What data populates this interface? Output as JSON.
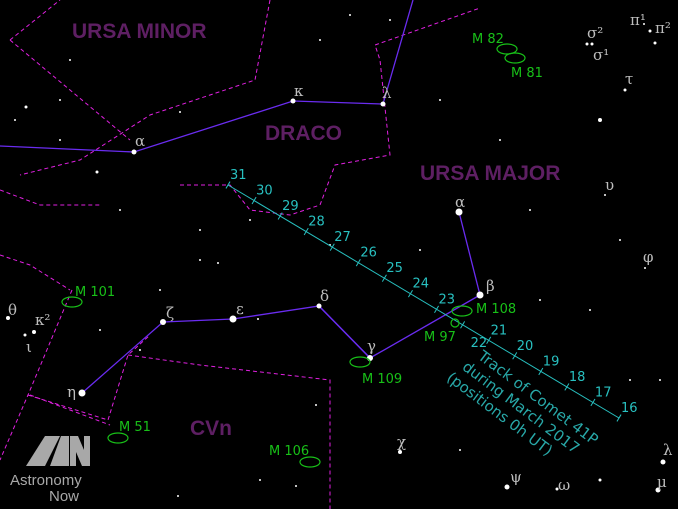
{
  "constellations": [
    "URSA MINOR",
    "DRACO",
    "URSA MAJOR",
    "CVn"
  ],
  "star_labels": [
    "κ",
    "λ",
    "α",
    "α",
    "β",
    "γ",
    "δ",
    "ε",
    "ζ",
    "η",
    "θ",
    "κ²",
    "ι",
    "υ",
    "φ",
    "χ",
    "ψ",
    "ω",
    "λ",
    "μ",
    "τ",
    "σ²",
    "σ¹",
    "π¹",
    "π²"
  ],
  "messier": [
    "M 82",
    "M 81",
    "M 101",
    "M 108",
    "M 97",
    "M 109",
    "M 51",
    "M 106"
  ],
  "track_dates": [
    "31",
    "30",
    "29",
    "28",
    "27",
    "26",
    "25",
    "24",
    "23",
    "22",
    "21",
    "20",
    "19",
    "18",
    "17",
    "16"
  ],
  "caption": [
    "Track of Comet 41P",
    "during March 2017",
    "(positions 0h UT)"
  ],
  "logo": {
    "line1": "Astronomy",
    "line2": "Now"
  },
  "colors": {
    "constellation": "#5e1f63",
    "boundary": "#e020e0",
    "stick": "#7a30ff",
    "messier": "#18c018",
    "track": "#28c0c0"
  }
}
